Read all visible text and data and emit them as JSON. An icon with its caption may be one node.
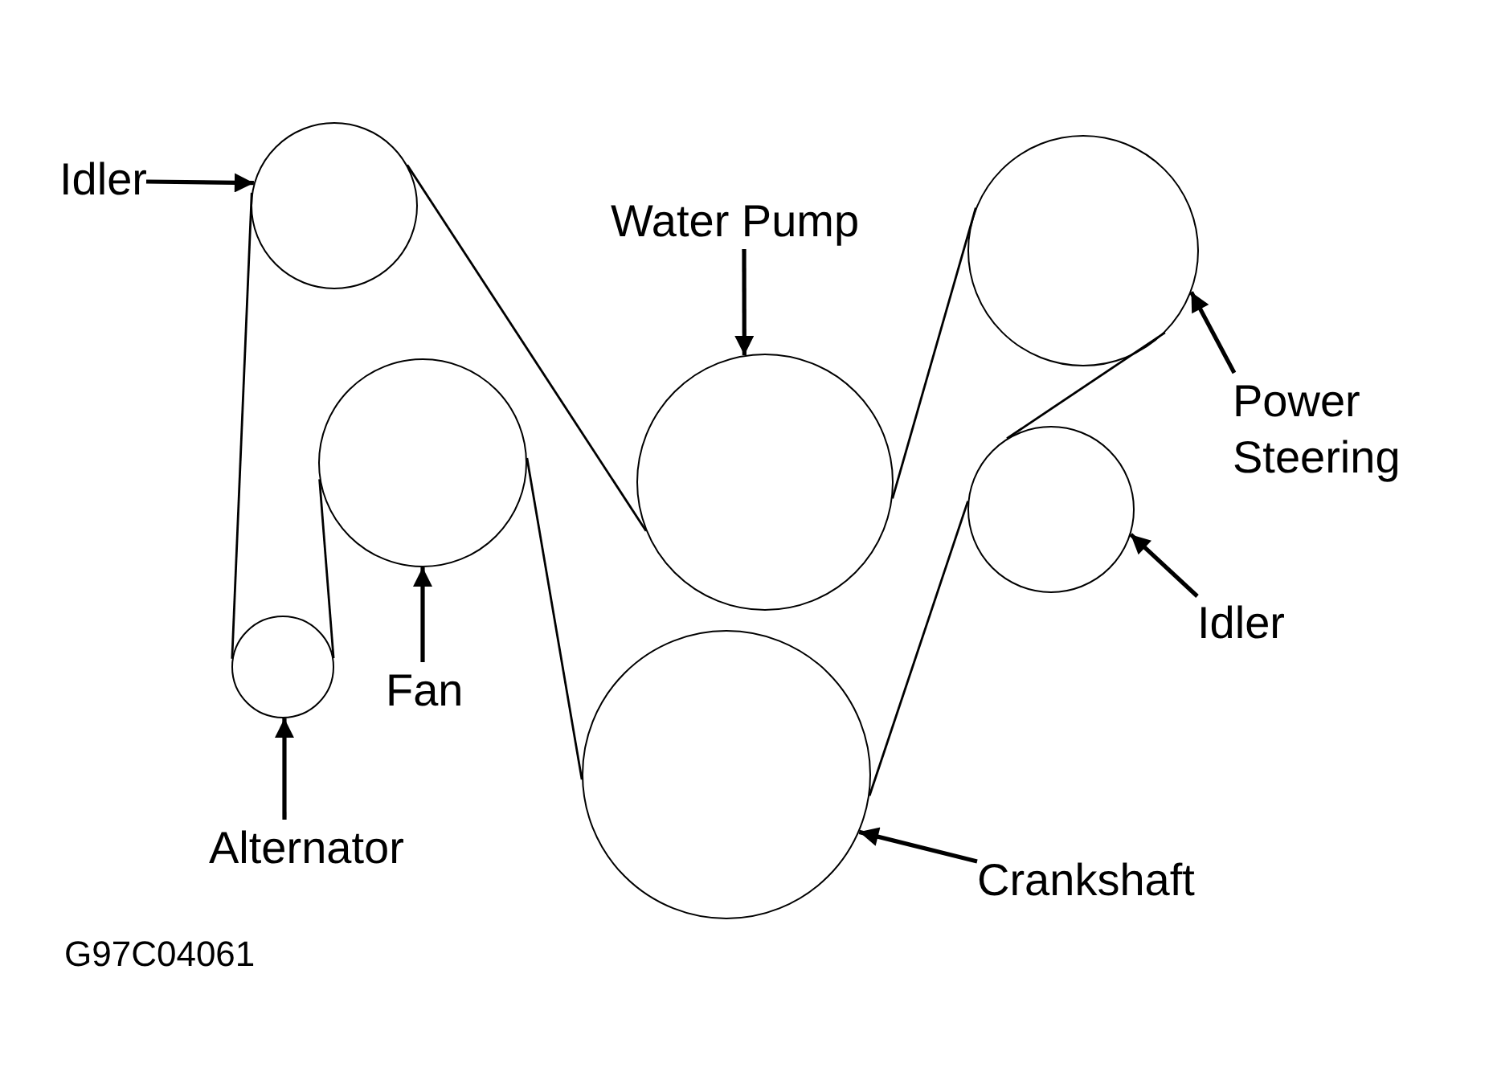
{
  "diagram": {
    "nodes": [
      {
        "text": [
          "Idler"
        ]
      },
      {
        "text": [],
        "shape": "circle"
      },
      {
        "text": [
          "Water Pump"
        ]
      },
      {
        "text": [],
        "shape": "circle"
      },
      {
        "text": [],
        "shape": "circle"
      },
      {
        "text": [],
        "shape": "circle"
      },
      {
        "text": [
          "Power Steering"
        ]
      },
      {
        "text": [],
        "shape": "circle"
      },
      {
        "text": [
          "Idler"
        ]
      },
      {
        "text": [],
        "shape": "circle"
      },
      {
        "text": [
          "Fan"
        ]
      },
      {
        "text": [],
        "shape": "circle"
      },
      {
        "text": [
          "Alternator"
        ]
      },
      {
        "text": [
          "Crankshaft"
        ]
      }
    ],
    "edges": [
      {
        "from": 1,
        "to": 5,
        "arrow": "none"
      },
      {
        "from": 5,
        "to": 3,
        "arrow": "none"
      },
      {
        "from": 3,
        "to": 7,
        "arrow": "none"
      },
      {
        "from": 7,
        "to": 11,
        "arrow": "none"
      },
      {
        "from": 11,
        "to": 4,
        "arrow": "none"
      },
      {
        "from": 4,
        "to": 9,
        "arrow": "none"
      },
      {
        "from": 9,
        "to": 1,
        "arrow": "none"
      },
      {
        "from": 0,
        "to": 1,
        "arrow": "to"
      },
      {
        "from": 2,
        "to": 5,
        "arrow": "to"
      },
      {
        "from": 6,
        "to": 3,
        "arrow": "to"
      },
      {
        "from": 8,
        "to": 7,
        "arrow": "to"
      },
      {
        "from": 10,
        "to": 4,
        "arrow": "to"
      },
      {
        "from": 12,
        "to": 9,
        "arrow": "to"
      },
      {
        "from": 13,
        "to": 11,
        "arrow": "to"
      }
    ],
    "labels": [
      "G97C04061"
    ]
  }
}
